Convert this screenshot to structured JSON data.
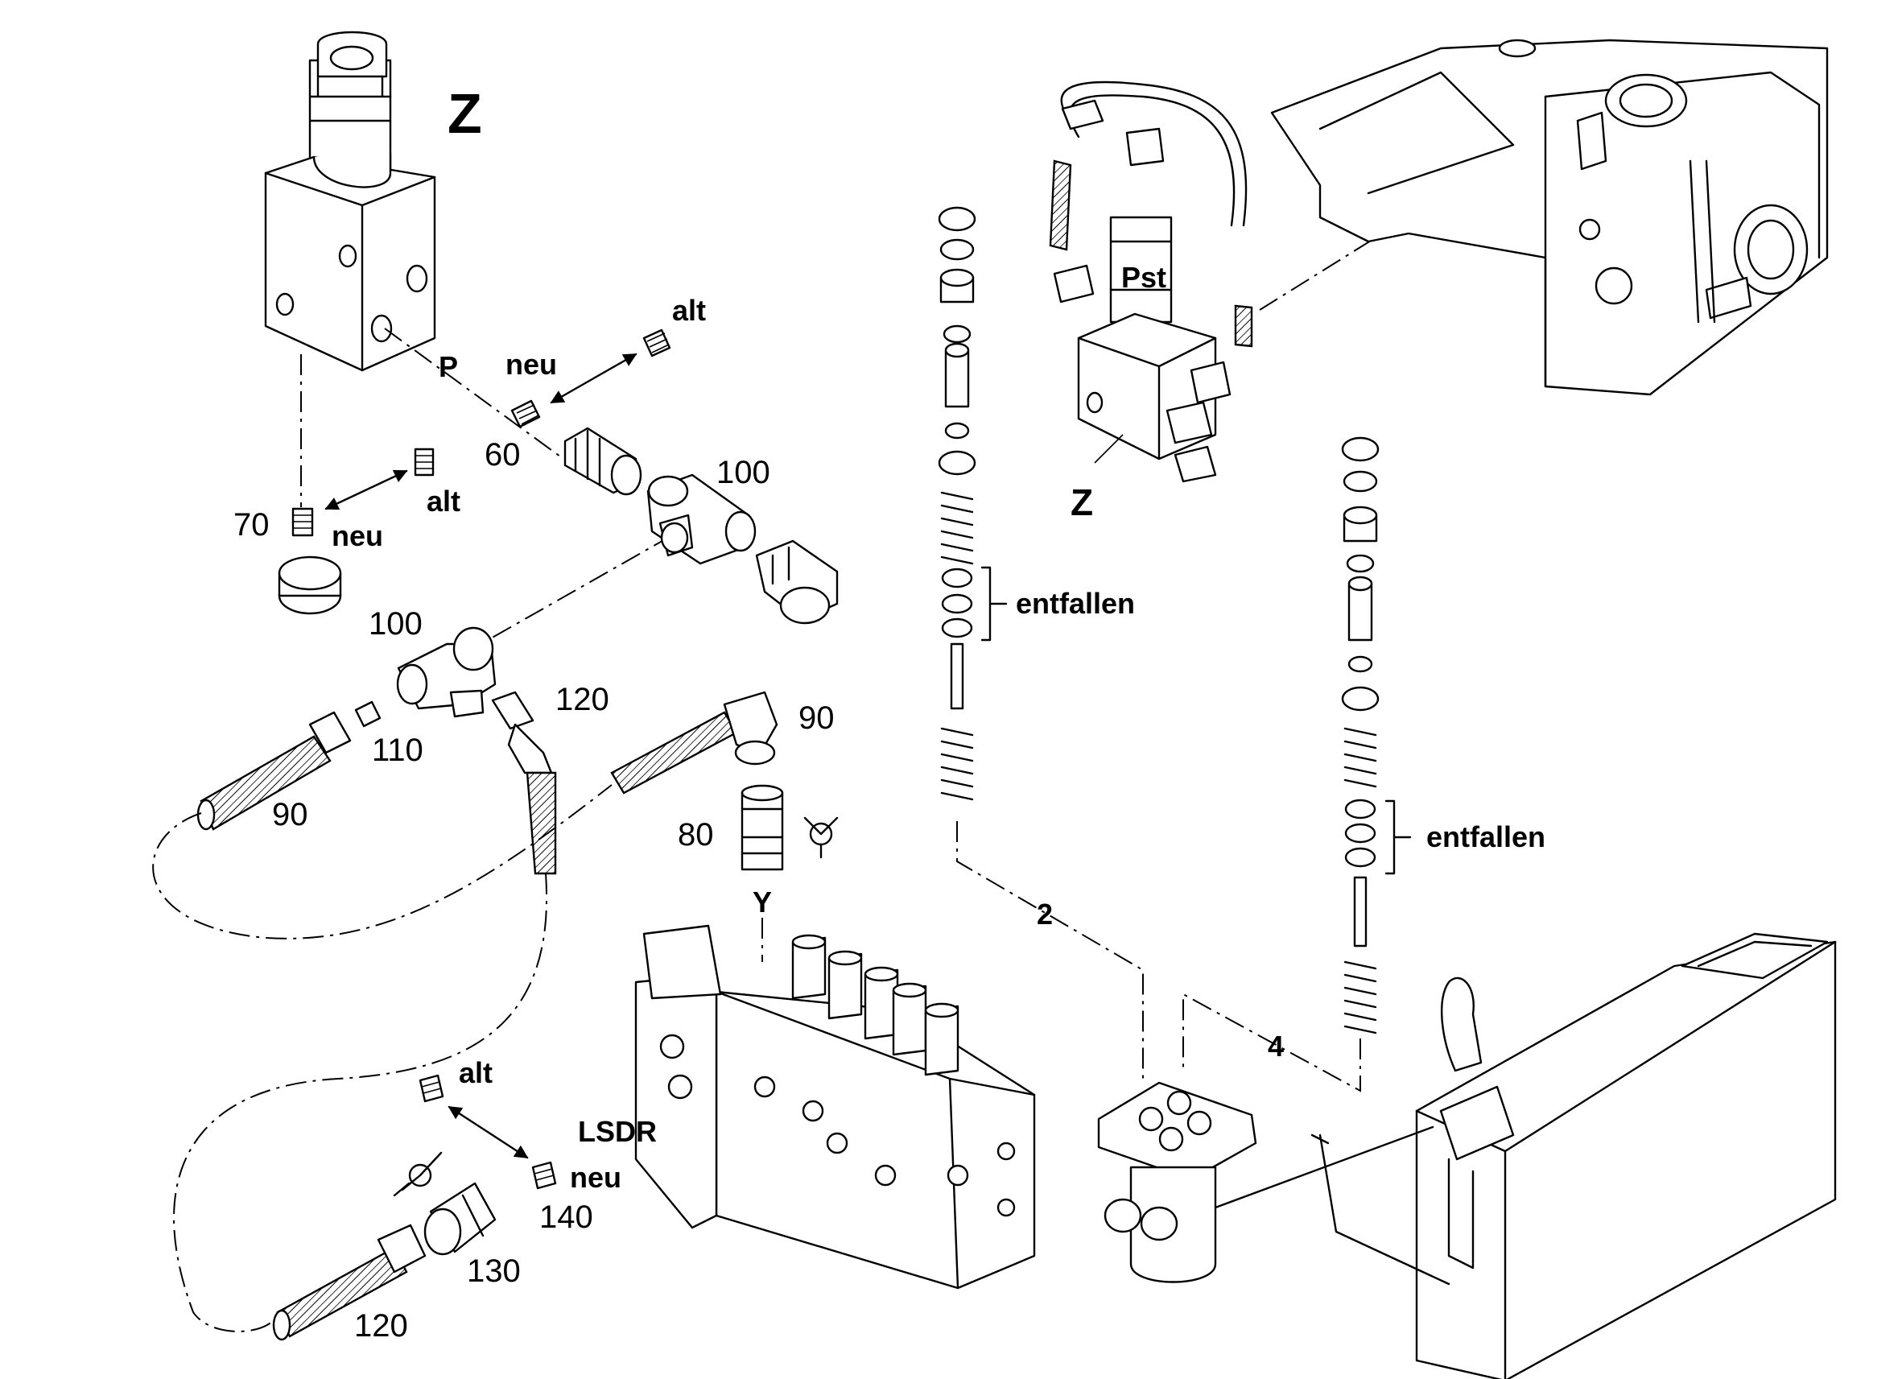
{
  "labels": {
    "z_top": "Z",
    "z_bottom": "Z",
    "pst": "Pst",
    "p": "P",
    "y": "Y",
    "lsdr": "LSDR",
    "neu_top": "neu",
    "alt_top": "alt",
    "neu_left": "neu",
    "alt_left": "alt",
    "neu_bottom": "neu",
    "alt_bottom": "alt",
    "entfallen_1": "entfallen",
    "entfallen_2": "entfallen",
    "n60": "60",
    "n70": "70",
    "n100a": "100",
    "n100b": "100",
    "n110": "110",
    "n120a": "120",
    "n120b": "120",
    "n90a": "90",
    "n90b": "90",
    "n80": "80",
    "n130": "130",
    "n140": "140",
    "n2": "2",
    "n4": "4"
  }
}
